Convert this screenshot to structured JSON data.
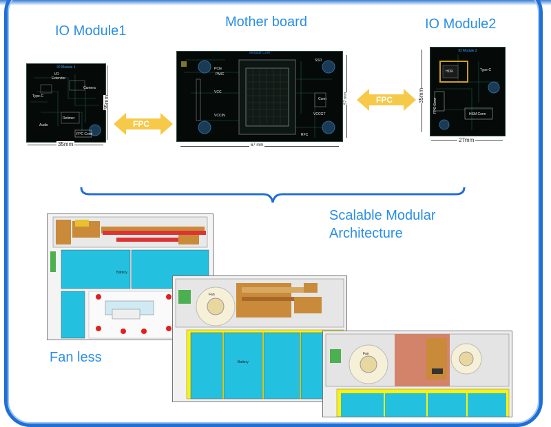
{
  "titles": {
    "io_module1": "IO Module1",
    "mother_board": "Mother board",
    "io_module2": "IO Module2"
  },
  "connector": {
    "label": "FPC"
  },
  "io_module1_board": {
    "header": "IO Module 1",
    "parts": [
      "I/O",
      "Extender",
      "Type-C",
      "Camera",
      "Audio",
      "Retimer",
      "FPC Conn"
    ],
    "width_dim": "35mm",
    "height_dim": "35mm"
  },
  "motherboard_board": {
    "header": "Modular Core",
    "parts": [
      "SSD",
      "PCIe",
      "PMIC",
      "VCC",
      "VCCIN",
      "VCCGT",
      "Conn",
      "RFC"
    ],
    "width_dim": "67 mm",
    "height_dim": "57 mm"
  },
  "io_module2_board": {
    "header": "IO Module 2",
    "parts": [
      "HDR",
      "Type-C",
      "FPC Conn",
      "HSM Conn"
    ],
    "width_dim": "27mm",
    "height_dim": "35mm"
  },
  "architecture": {
    "line1": "Scalable Modular",
    "line2": "Architecture"
  },
  "fanless": {
    "label": "Fan less"
  },
  "layout_labels": {
    "battery": "Battery",
    "fan": "Fan"
  },
  "colors": {
    "title_blue": "#2a8ee6",
    "frame_blue": "#1f6fd6",
    "arrow_yellow": "#f7c948",
    "board_black": "#050a08",
    "battery_cyan": "#23c0e0",
    "heatsink_brown": "#c98a3a"
  }
}
